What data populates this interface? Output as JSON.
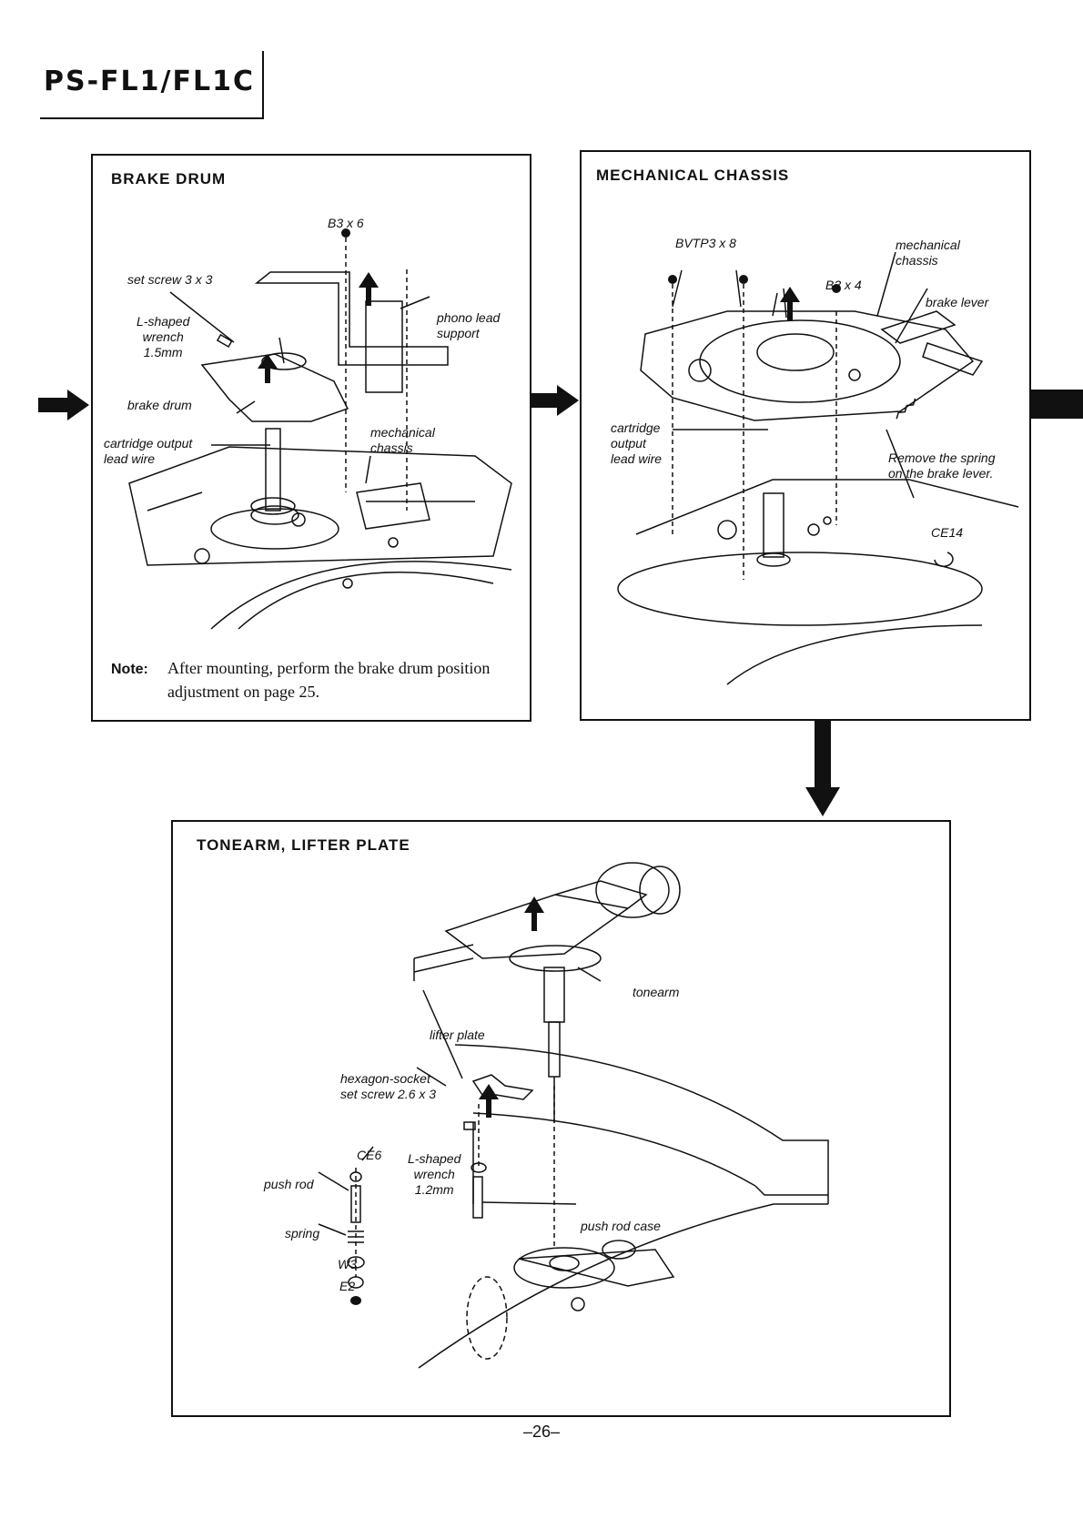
{
  "header": {
    "model": "PS-FL1/FL1C"
  },
  "panels": {
    "brake_drum": {
      "title": "BRAKE  DRUM",
      "labels": {
        "b3x6": "B3 x 6",
        "set_screw": "set screw 3 x 3",
        "wrench": "L-shaped\nwrench\n1.5mm",
        "phono_lead": "phono lead\nsupport",
        "brake_drum": "brake drum",
        "cartridge": "cartridge output\nlead wire",
        "mech_chassis": "mechanical\nchassis"
      },
      "note_label": "Note:",
      "note_text": "After mounting, perform the brake drum position adjustment on page 25."
    },
    "mechanical_chassis": {
      "title": "MECHANICAL  CHASSIS",
      "labels": {
        "bvtp3x8": "BVTP3 x 8",
        "mech_chassis": "mechanical\nchassis",
        "b3x4": "B3 x 4",
        "brake_lever": "brake lever",
        "cartridge": "cartridge\noutput\nlead wire",
        "spring_note": "Remove the spring\non the brake lever.",
        "ce14": "CE14"
      }
    },
    "tonearm_lifter": {
      "title": "TONEARM,  LIFTER  PLATE",
      "labels": {
        "tonearm": "tonearm",
        "lifter_plate": "lifter plate",
        "hex_screw": "hexagon-socket\nset screw 2.6 x 3",
        "ce6": "CE6",
        "wrench": "L-shaped\nwrench\n1.2mm",
        "push_rod": "push rod",
        "spring": "spring",
        "w3": "W3",
        "e2": "E2",
        "push_rod_case": "push rod case"
      }
    }
  },
  "footer": {
    "page_number": "–26–"
  }
}
